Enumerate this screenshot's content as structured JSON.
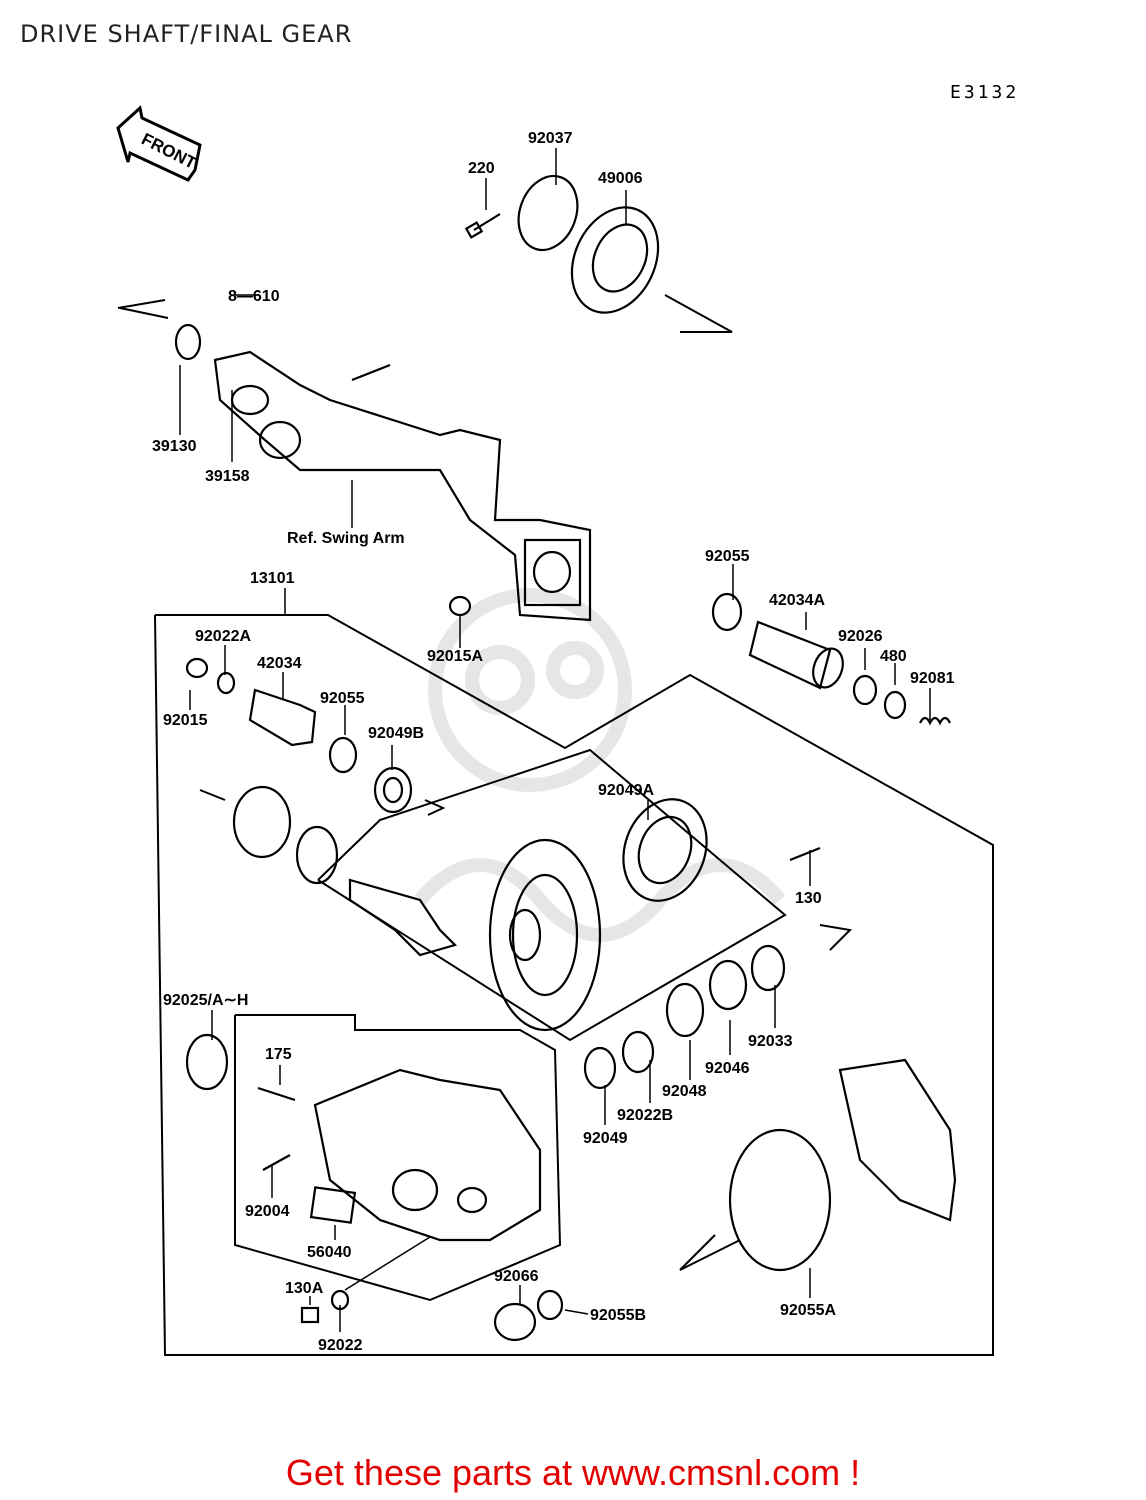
{
  "title": "DRIVE SHAFT/FINAL GEAR",
  "diagram_code": "E3132",
  "front_arrow_label": "FRONT",
  "footer_text": "Get these parts at www.cmsnl.com !",
  "colors": {
    "footer": "#e30000",
    "ink": "#000000",
    "watermark": "#e6e6e6"
  },
  "parts": {
    "p220": "220",
    "p92037": "92037",
    "p49006": "49006",
    "p8_610": "8—610",
    "p39130": "39130",
    "p39158": "39158",
    "ref_swing_arm": "Ref. Swing Arm",
    "p13101": "13101",
    "p92022A": "92022A",
    "p42034": "42034",
    "p92015": "92015",
    "p92055_left": "92055",
    "p92049B": "92049B",
    "p92015A": "92015A",
    "p92055_right": "92055",
    "p42034A": "42034A",
    "p92026": "92026",
    "p480": "480",
    "p92081": "92081",
    "p92049A": "92049A",
    "p130": "130",
    "p92025": "92025/A∼H",
    "p175": "175",
    "p92004": "92004",
    "p56040": "56040",
    "p130A": "130A",
    "p92022": "92022",
    "p92066": "92066",
    "p92055B": "92055B",
    "p92049": "92049",
    "p92022B": "92022B",
    "p92048": "92048",
    "p92046": "92046",
    "p92033": "92033",
    "p92055A": "92055A"
  }
}
